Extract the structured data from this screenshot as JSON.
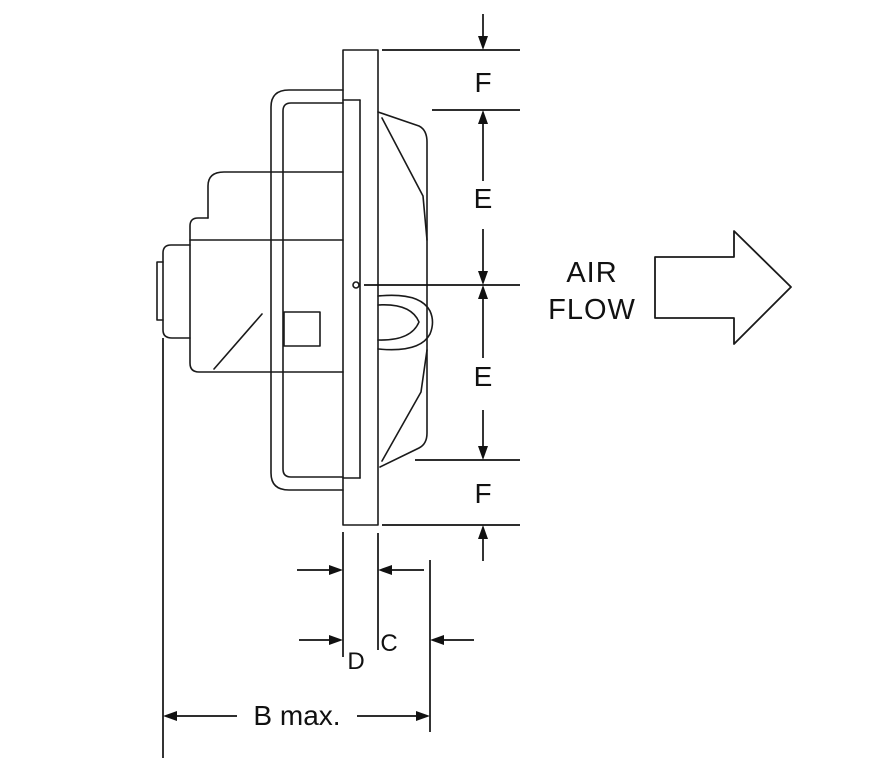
{
  "diagram": {
    "dimension_labels": {
      "f_top": "F",
      "e_upper": "E",
      "e_lower": "E",
      "f_bottom": "F",
      "c": "C",
      "d": "D",
      "b": "B max."
    },
    "airflow": {
      "line1": "AIR",
      "line2": "FLOW"
    },
    "colors": {
      "line": "#1a1a1a",
      "background": "#ffffff"
    }
  }
}
